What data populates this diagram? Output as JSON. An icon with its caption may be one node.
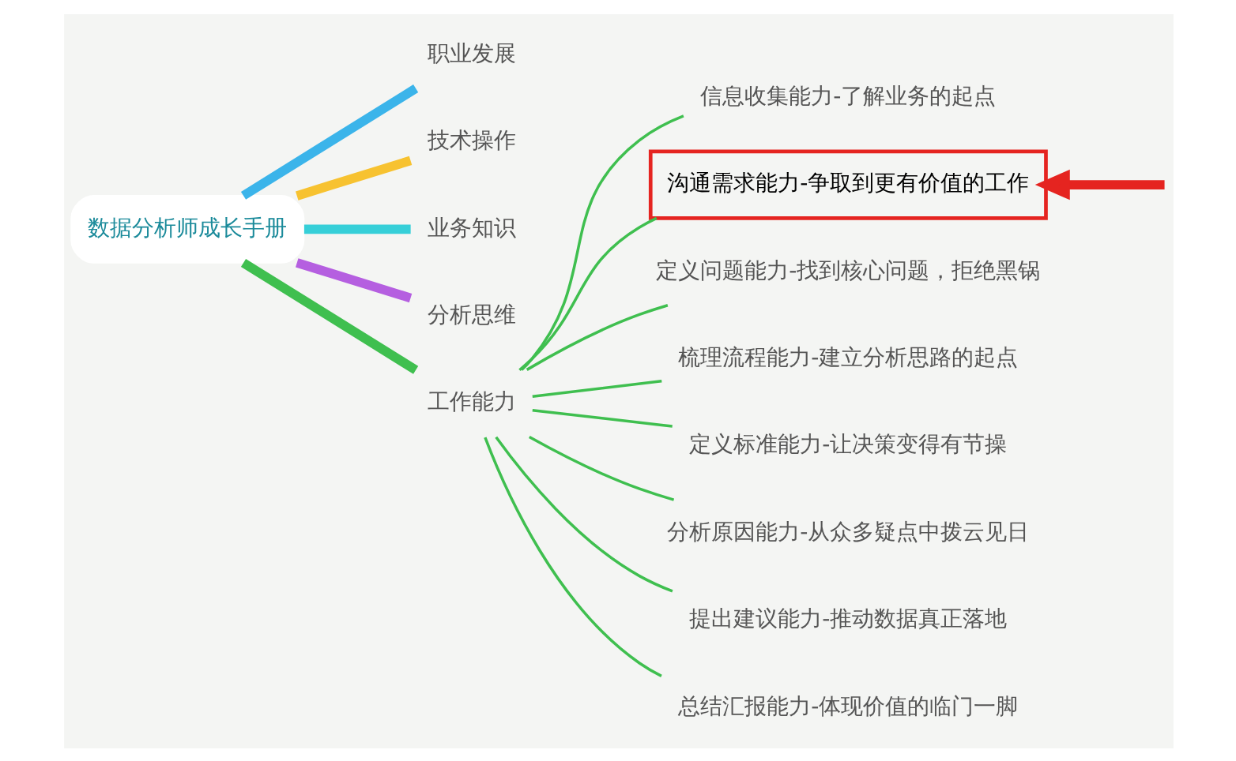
{
  "diagram": {
    "nodes": [
      {
        "text": [
          "数据分析师成长手册"
        ]
      },
      {
        "text": [
          "职业发展"
        ]
      },
      {
        "text": [
          "技术操作"
        ]
      },
      {
        "text": [
          "业务知识"
        ]
      },
      {
        "text": [
          "分析思维"
        ]
      },
      {
        "text": [
          "工作能力"
        ]
      },
      {
        "text": [
          "信息收集能力-了解业务的起点"
        ]
      },
      {
        "text": [
          "沟通需求能力-争取到更有价值的工作"
        ]
      },
      {
        "text": [
          "定义问题能力-找到核心问题，拒绝黑锅"
        ]
      },
      {
        "text": [
          "梳理流程能力-建立分析思路的起点"
        ]
      },
      {
        "text": [
          "定义标准能力-让决策变得有节操"
        ]
      },
      {
        "text": [
          "分析原因能力-从众多疑点中拨云见日"
        ]
      },
      {
        "text": [
          "提出建议能力-推动数据真正落地"
        ]
      },
      {
        "text": [
          "总结汇报能力-体现价值的临门一脚"
        ]
      }
    ],
    "edges": [
      {
        "from": 0,
        "to": 1,
        "arrow": "none",
        "style": "thick",
        "color": "#3bb4ea"
      },
      {
        "from": 0,
        "to": 2,
        "arrow": "none",
        "style": "thick",
        "color": "#f7c230"
      },
      {
        "from": 0,
        "to": 3,
        "arrow": "none",
        "style": "thick",
        "color": "#36cfd8"
      },
      {
        "from": 0,
        "to": 4,
        "arrow": "none",
        "style": "thick",
        "color": "#b55fe0"
      },
      {
        "from": 0,
        "to": 5,
        "arrow": "none",
        "style": "thick"
      },
      {
        "from": 5,
        "to": 6,
        "arrow": "none"
      },
      {
        "from": 5,
        "to": 7,
        "arrow": "none"
      },
      {
        "from": 5,
        "to": 8,
        "arrow": "none"
      },
      {
        "from": 5,
        "to": 9,
        "arrow": "none"
      },
      {
        "from": 5,
        "to": 10,
        "arrow": "none"
      },
      {
        "from": 5,
        "to": 11,
        "arrow": "none"
      },
      {
        "from": 5,
        "to": 12,
        "arrow": "none"
      },
      {
        "from": 5,
        "to": 13,
        "arrow": "none"
      },
      {
        "from": null,
        "to": 7,
        "arrow": "to",
        "style": "thick",
        "color": "#e52420"
      }
    ]
  }
}
